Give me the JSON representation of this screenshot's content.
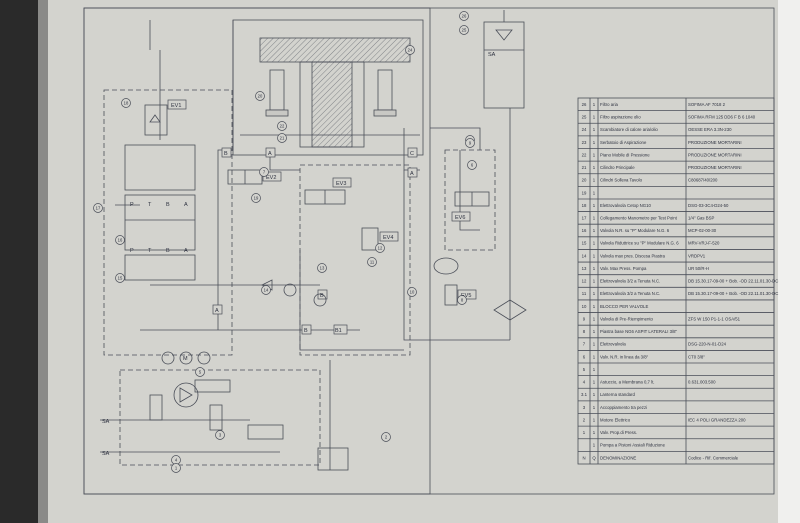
{
  "component_table": {
    "rows": [
      {
        "pos": "26",
        "qty": "1",
        "description": "Filtro aria",
        "reference": "SOFIMA AF 7018 2"
      },
      {
        "pos": "25",
        "qty": "1",
        "description": "Filtro aspirazione olio",
        "reference": "SOFIMA RFM 125 DD6 F B 6 1040"
      },
      {
        "pos": "24",
        "qty": "1",
        "description": "Scambiatore di calore aria/olio",
        "reference": "OESSE ERA 3.3N-230"
      },
      {
        "pos": "23",
        "qty": "1",
        "description": "Serbatoio di Aspirazione",
        "reference": "PRODUZIONE MORTARINI"
      },
      {
        "pos": "22",
        "qty": "1",
        "description": "Piano Mobile di Pressione",
        "reference": "PRODUZIONE MORTARINI"
      },
      {
        "pos": "21",
        "qty": "1",
        "description": "Cilindro Principale",
        "reference": "PRODUZIONE MORTARINI"
      },
      {
        "pos": "20",
        "qty": "1",
        "description": "Cilindri Solleva Tavolo",
        "reference": "C80687/40/200"
      },
      {
        "pos": "19",
        "qty": "1",
        "description": "",
        "reference": ""
      },
      {
        "pos": "18",
        "qty": "1",
        "description": "Elettrovalvola Cetop NG10",
        "reference": "DSG-03-3C4-D24-50"
      },
      {
        "pos": "17",
        "qty": "1",
        "description": "Collegamento Manometro per Test Point",
        "reference": "1/4\" Gas BSP"
      },
      {
        "pos": "16",
        "qty": "1",
        "description": "Valvola N.R. su \"P\" Modulare N.G. 6",
        "reference": "MCP-02-00-30"
      },
      {
        "pos": "15",
        "qty": "1",
        "description": "Valvola Riduttrice su \"P\" Modulare N.G. 6",
        "reference": "MRV-VRJ-F-520"
      },
      {
        "pos": "14",
        "qty": "1",
        "description": "Valvola max pres. Discesa Piastra",
        "reference": "VRDPV1"
      },
      {
        "pos": "13",
        "qty": "1",
        "description": "Valv. Max Press. Pompa",
        "reference": "UR 50/R-H"
      },
      {
        "pos": "12",
        "qty": "1",
        "description": "Elettrovalvola 3/2 a Tenuta N.C.",
        "reference": "DB 15.30.17-09-00 + Bob. -OD 22.11.01.30-DC"
      },
      {
        "pos": "11",
        "qty": "1",
        "description": "Elettrovalvola 3/2 a Tenuta N.C.",
        "reference": "DB 15.30.17-09-00 + Bob. -OD 22.11.01.30-DC"
      },
      {
        "pos": "10",
        "qty": "1",
        "description": "BLOCCO PER VALVOLE",
        "reference": ""
      },
      {
        "pos": "9",
        "qty": "1",
        "description": "Valvola di Pre-Riempimento",
        "reference": "ZFS W 150 P1-1-1 OSA/51"
      },
      {
        "pos": "8",
        "qty": "1",
        "description": "Piastra base NG6 ASPIT LATERALI 3/8\"",
        "reference": ""
      },
      {
        "pos": "7",
        "qty": "1",
        "description": "Elettrovalvola",
        "reference": "DSG-220-N-01-D24"
      },
      {
        "pos": "6",
        "qty": "1",
        "description": "Valv. N.R. in linea da 3/8\"",
        "reference": "CT0 3/8\""
      },
      {
        "pos": "5",
        "qty": "1",
        "description": "",
        "reference": ""
      },
      {
        "pos": "4",
        "qty": "1",
        "description": "Astuccio, a Membrana 0,7 lt.",
        "reference": "0.631.003.500"
      },
      {
        "pos": "3.1",
        "qty": "1",
        "description": "Lanterna standard",
        "reference": ""
      },
      {
        "pos": "3",
        "qty": "1",
        "description": "Accoppiamento tra pezzi",
        "reference": ""
      },
      {
        "pos": "2",
        "qty": "1",
        "description": "Motore Elettrico",
        "reference": "IEC 4 POLI GRANDEZZA 200"
      },
      {
        "pos": "1",
        "qty": "1",
        "description": "Valv. Prop.di Press.",
        "reference": ""
      },
      {
        "pos": "",
        "qty": "1",
        "description": "Pompa a Pistoni Assiali Riduzione",
        "reference": ""
      },
      {
        "pos": "N",
        "qty": "Q",
        "description": "DENOMINAZIONE",
        "reference": "Codice - Rif. Commerciale"
      }
    ]
  },
  "circuit": {
    "valve_tags": [
      "EV1",
      "EV2",
      "EV3",
      "EV4",
      "EV5",
      "EV6"
    ],
    "port_labels": [
      "P",
      "T",
      "B",
      "A",
      "B",
      "A",
      "B",
      "A",
      "B",
      "A",
      "C",
      "B1",
      "P",
      "T",
      "B",
      "A"
    ],
    "line_labels": [
      "SA",
      "SA"
    ],
    "motor_label": "M",
    "callout_numbers": [
      "26",
      "25",
      "24",
      "23",
      "22",
      "21",
      "20",
      "19",
      "18",
      "17",
      "16",
      "15",
      "14",
      "13",
      "12",
      "11",
      "10",
      "9",
      "8",
      "7",
      "6",
      "5",
      "4",
      "3",
      "2",
      "1"
    ]
  },
  "colors": {
    "paper": "#d3d3ce",
    "ink": "#4a4e58",
    "background": "#2a2a2a"
  }
}
